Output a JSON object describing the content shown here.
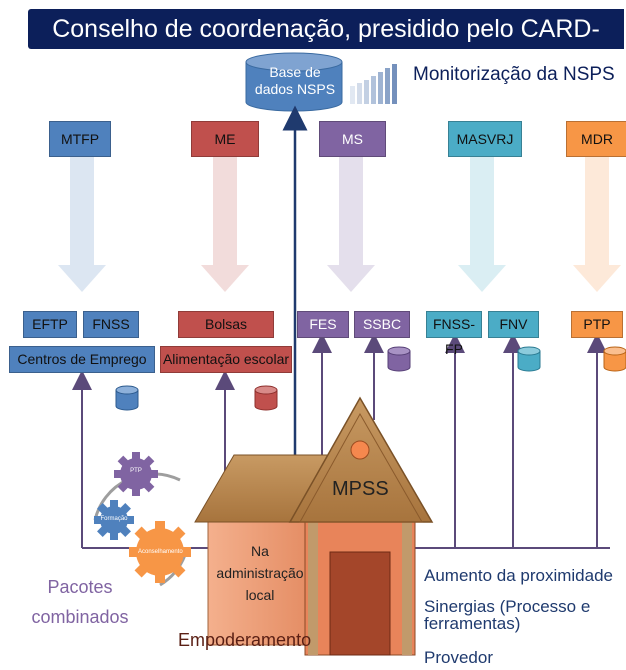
{
  "title": "Conselho de coordenação, presidido pelo CARD-SPCU",
  "database": {
    "line1": "Base de",
    "line2": "dados NSPS"
  },
  "monitoring": "Monitorização da NSPS",
  "ministries": [
    {
      "label": "MTFP",
      "color": "#4f81bd"
    },
    {
      "label": "ME",
      "color": "#c0504d"
    },
    {
      "label": "MS",
      "color": "#8064a2"
    },
    {
      "label": "MASVRJ",
      "color": "#4bacc6"
    },
    {
      "label": "MDR",
      "color": "#f79646"
    }
  ],
  "programs": {
    "eftp": "EFTP",
    "fnss": "FNSS",
    "centros": "Centros de Emprego",
    "bolsas": "Bolsas",
    "alimentacao": "Alimentação escolar",
    "fes": "FES",
    "ssbc": "SSBC",
    "fnssfp": "FNSS-FP",
    "fnv": "FNV",
    "ptp": "PTP"
  },
  "house": {
    "mpss": "MPSS",
    "admin_line1": "Na administração",
    "admin_line2": "local"
  },
  "gears": {
    "ptp": "PTP",
    "formacao": "Formação",
    "apoio": "Aconselhamento"
  },
  "pacotes": {
    "line1": "Pacotes",
    "line2": "combinados"
  },
  "empoderamento": "Empoderamento",
  "benefits": {
    "proximidade": "Aumento da proximidade",
    "sinergias1": "Sinergias (Processo e",
    "sinergias2": "ferramentas)",
    "provedor": "Provedor"
  }
}
